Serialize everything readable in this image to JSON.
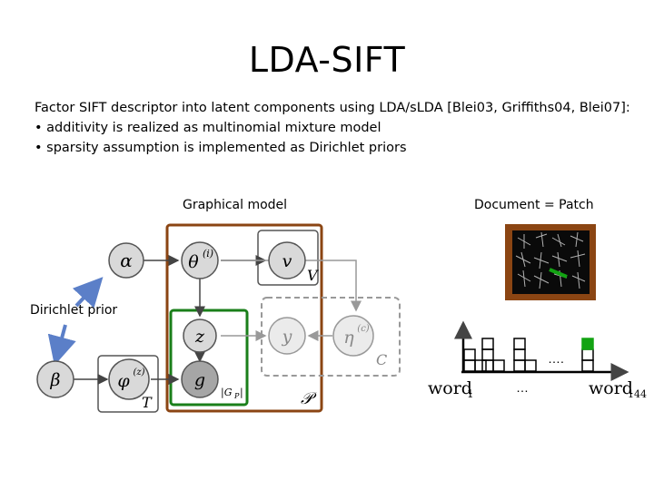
{
  "slide": {
    "title": "LDA-SIFT",
    "intro": "Factor SIFT descriptor into latent components using LDA/sLDA [Blei03, Griffiths04, Blei07]:",
    "bullets": [
      "• additivity is realized as multinomial mixture model",
      "• sparsity assumption is implemented as Dirichlet priors"
    ]
  },
  "graphical_model": {
    "caption": "Graphical model",
    "annotation": "Dirichlet prior",
    "nodes": {
      "alpha": "α",
      "theta": "θ",
      "theta_sup": "(i)",
      "v": "v",
      "z": "z",
      "y": "y",
      "eta": "η",
      "eta_sup": "(c)",
      "g": "g",
      "beta": "β",
      "phi": "φ",
      "phi_sup": "(z)"
    },
    "plates": {
      "V": "V",
      "C": "C",
      "T": "T",
      "P": "𝒫",
      "Gp": "|G",
      "Gp_sub": "P",
      "Gp_close": "|"
    },
    "colors": {
      "patch_plate": "#8B4513",
      "word_plate": "#1a7f1a",
      "arrow_blue": "#5b7fc8",
      "node_fill": "#d9d9d9",
      "observed_fill": "#a6a6a6"
    }
  },
  "document": {
    "caption": "Document = Patch",
    "histogram": {
      "word_first": "word",
      "word_first_sub": "1",
      "word_last": "word",
      "word_last_sub": "144",
      "ellipsis_top": "….",
      "ellipsis_bottom": "…"
    }
  }
}
